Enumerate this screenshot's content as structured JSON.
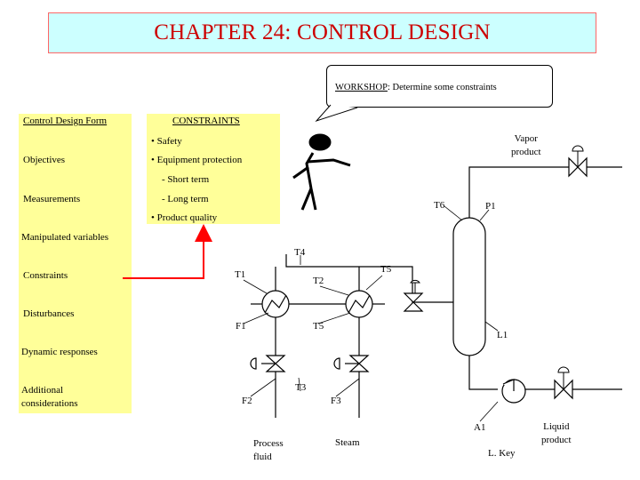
{
  "title": "CHAPTER 24: CONTROL DESIGN",
  "callout": {
    "prefix": "WORKSHOP",
    "text": ": Determine some constraints"
  },
  "form": {
    "heading": "Control Design Form",
    "rows": [
      "Objectives",
      "Measurements",
      "Manipulated variables",
      "Constraints",
      "Disturbances",
      "Dynamic responses",
      "Additional",
      "considerations"
    ]
  },
  "constraints": {
    "heading": "CONSTRAINTS",
    "items": [
      "• Safety",
      "• Equipment protection",
      "- Short term",
      "- Long term",
      "• Product quality"
    ]
  },
  "process": {
    "vapor_product": [
      "Vapor",
      "product"
    ],
    "liquid_product": [
      "Liquid",
      "product"
    ],
    "process_fluid": [
      "Process",
      "fluid"
    ],
    "steam": "Steam",
    "light_key": "L. Key",
    "instruments": [
      "T6",
      "P1",
      "T4",
      "T5",
      "T1",
      "T2",
      "F1",
      "T5",
      "L1",
      "T3",
      "F2",
      "F3",
      "A1"
    ]
  },
  "colors": {
    "title_bg": "#ccffff",
    "title_text": "#cc0000",
    "panel_bg": "#ffff99",
    "arrow": "#ff0000"
  }
}
